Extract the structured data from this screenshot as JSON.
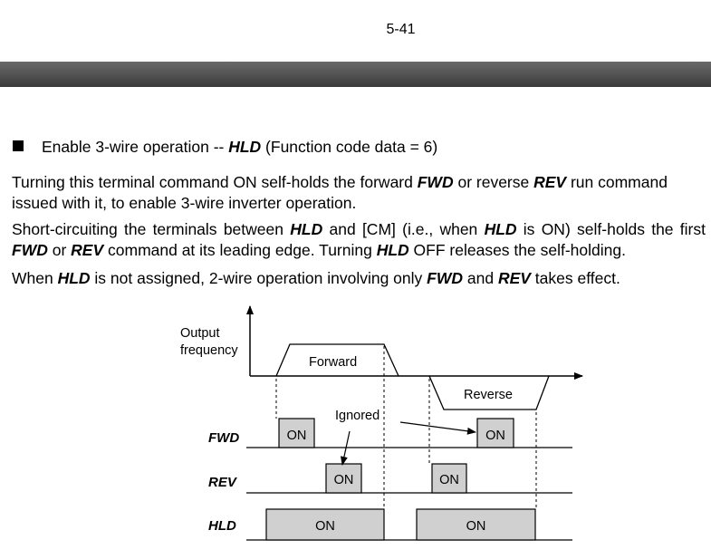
{
  "page": {
    "number": "5-41"
  },
  "section": {
    "title_pre": "Enable 3-wire operation -- ",
    "title_code": "HLD",
    "title_post": " (Function code data = 6)"
  },
  "paragraphs": {
    "p1": {
      "t1": "Turning this terminal command ON self-holds the forward ",
      "fwd": "FWD",
      "t2": " or reverse ",
      "rev": "REV",
      "t3": " run command issued with it, to enable 3-wire inverter operation."
    },
    "p2": {
      "t1": "Short-circuiting the terminals between ",
      "hld1": "HLD",
      "t2": " and [CM] (i.e., when ",
      "hld2": "HLD",
      "t3": " is ON) self-holds the first ",
      "fwd": "FWD",
      "t4": " or ",
      "rev": "REV",
      "t5": " command at its leading edge. Turning ",
      "hld3": "HLD",
      "t6": " OFF releases the self-holding."
    },
    "p3": {
      "t1": "When ",
      "hld": "HLD",
      "t2": " is not assigned, 2-wire operation involving only ",
      "fwd": "FWD",
      "t3": " and ",
      "rev": "REV",
      "t4": " takes effect."
    }
  },
  "diagram": {
    "output_label_line1": "Output",
    "output_label_line2": "frequency",
    "forward_label": "Forward",
    "reverse_label": "Reverse",
    "ignored_label": "Ignored",
    "signals": {
      "fwd": {
        "label": "FWD",
        "pulse1": "ON",
        "pulse2": "ON"
      },
      "rev": {
        "label": "REV",
        "pulse1": "ON",
        "pulse2": "ON"
      },
      "hld": {
        "label": "HLD",
        "pulse1": "ON",
        "pulse2": "ON"
      }
    }
  }
}
